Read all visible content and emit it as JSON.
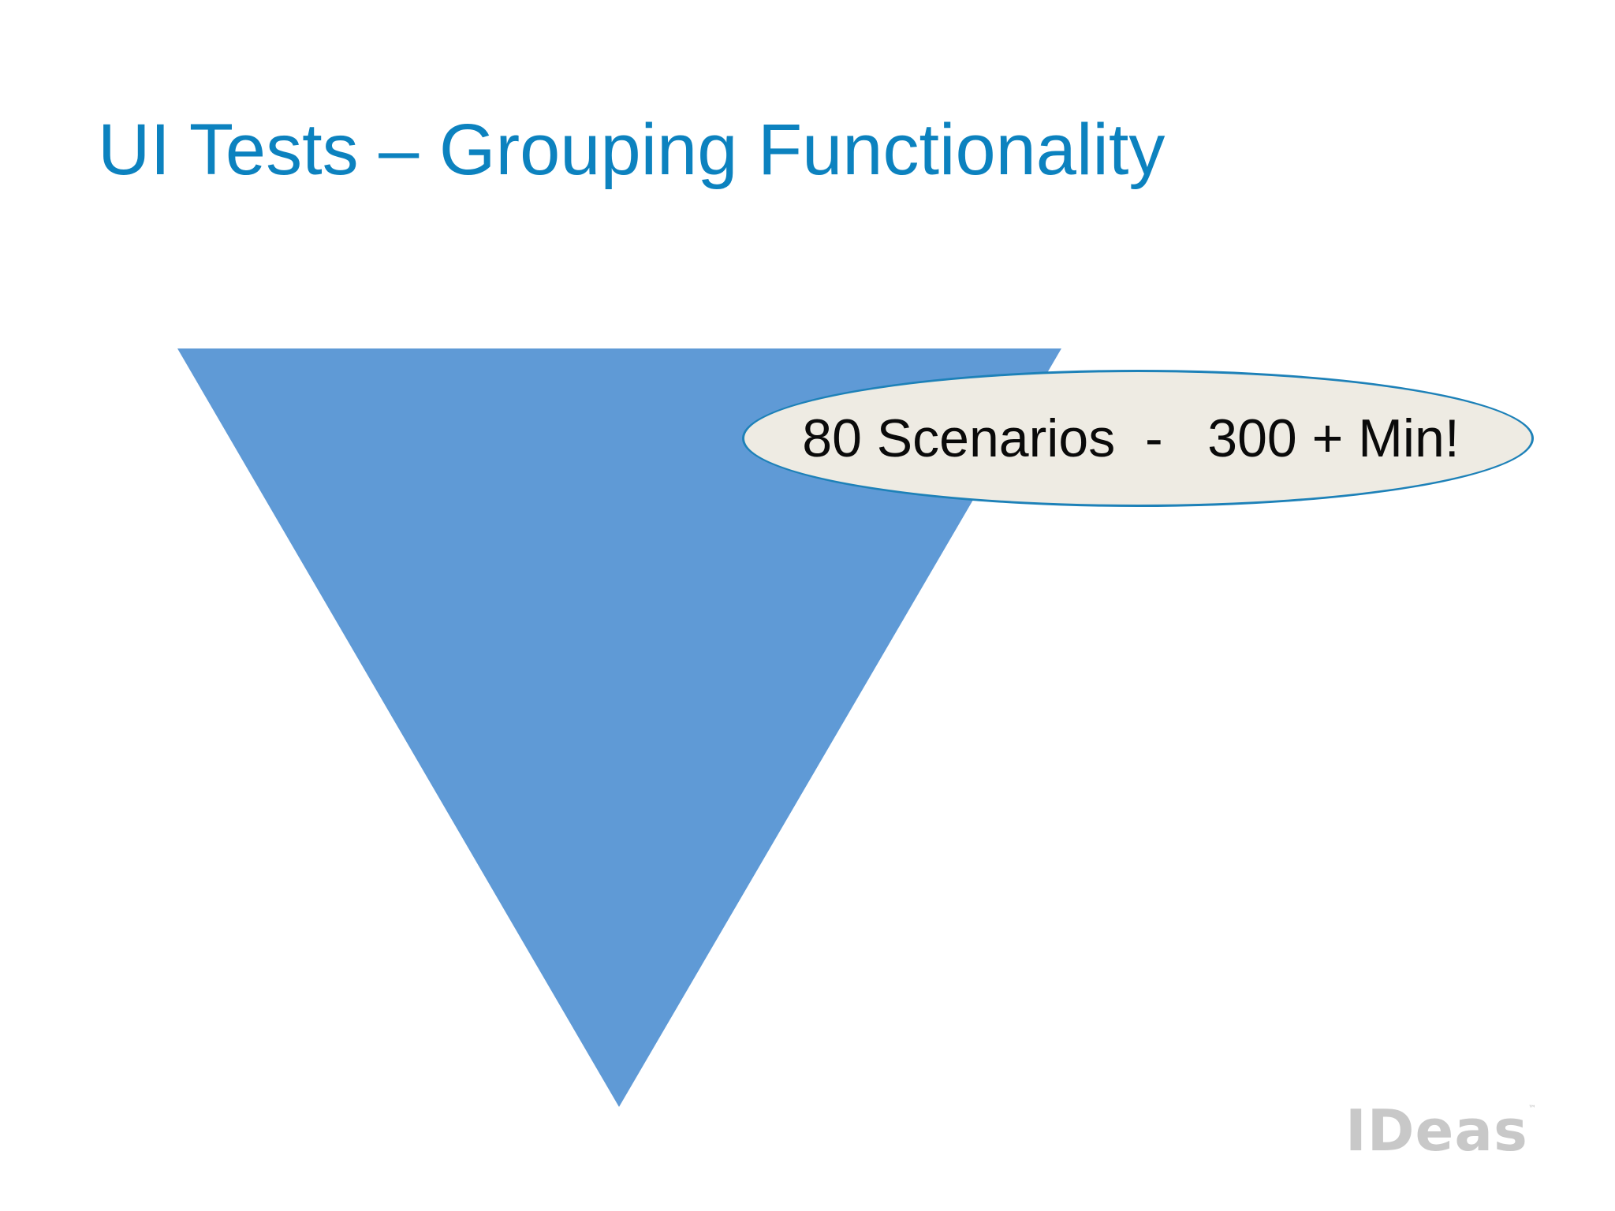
{
  "slide": {
    "title": "UI Tests – Grouping Functionality",
    "callout": "80 Scenarios  -   300 + Min!",
    "logo": {
      "text": "IDeas",
      "trademark": "™"
    }
  },
  "colors": {
    "title": "#0c82bf",
    "funnel_fill": "#5f9ad6",
    "callout_fill": "#eeebe3",
    "callout_border": "#1d81b8",
    "logo": "#c8c8c8"
  },
  "icons": {
    "funnel": "inverted-triangle-shape"
  }
}
